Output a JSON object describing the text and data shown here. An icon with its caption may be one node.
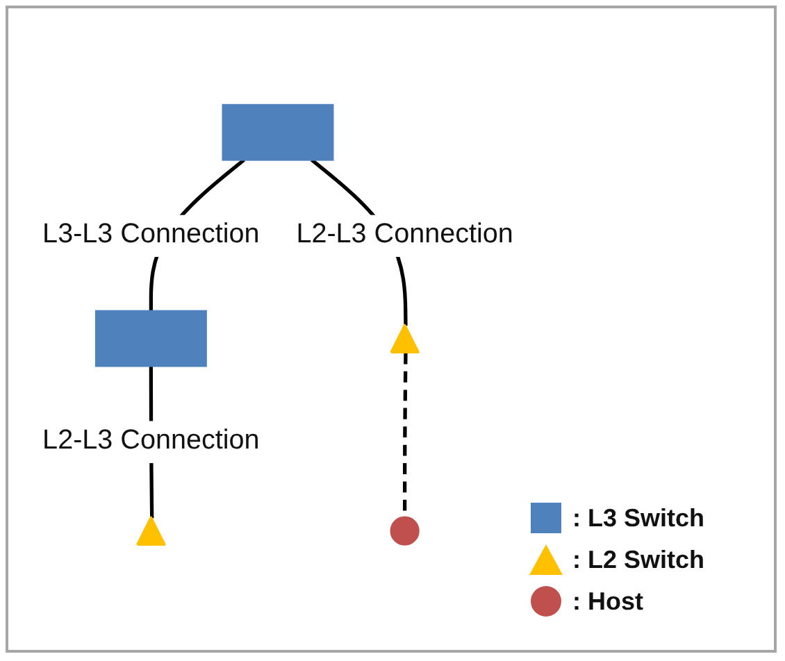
{
  "diagram": {
    "nodes": [
      {
        "text": [],
        "shape": "box"
      },
      {
        "text": [],
        "shape": "box"
      },
      {
        "text": [],
        "shape": "triangle"
      },
      {
        "text": [],
        "shape": "triangle"
      },
      {
        "text": [],
        "shape": "circle"
      }
    ],
    "edges": [
      {
        "from": 0,
        "to": 1,
        "arrow": "none",
        "label": "L3-L3 Connection"
      },
      {
        "from": 0,
        "to": 2,
        "arrow": "none",
        "label": "L2-L3 Connection"
      },
      {
        "from": 1,
        "to": 3,
        "arrow": "none",
        "label": "L2-L3 Connection"
      },
      {
        "from": 2,
        "to": 4,
        "arrow": "none",
        "style": "dashed"
      }
    ],
    "legend": [
      {
        "text": ": L3 Switch",
        "color": "#4f81bd"
      },
      {
        "text": ": L2 Switch",
        "color": "#ffc000"
      },
      {
        "text": ": Host",
        "color": "#c0504d"
      }
    ]
  }
}
